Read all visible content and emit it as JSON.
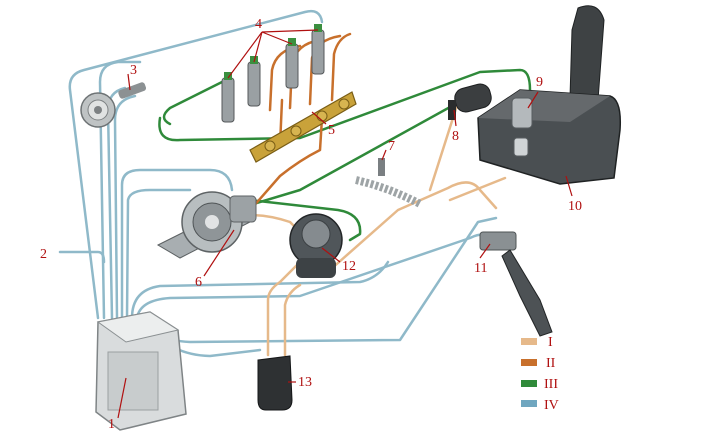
{
  "labels": {
    "l1": "1",
    "l2": "2",
    "l3": "3",
    "l4": "4",
    "l5": "5",
    "l6": "6",
    "l7": "7",
    "l8": "8",
    "l9": "9",
    "l10": "10",
    "l11": "11",
    "l12": "12",
    "l13": "13"
  },
  "legend": [
    {
      "label": "I",
      "color": "#e6b98a"
    },
    {
      "label": "II",
      "color": "#c8702c"
    },
    {
      "label": "III",
      "color": "#2f8a3a"
    },
    {
      "label": "IV",
      "color": "#6fa6bf"
    }
  ],
  "colors": {
    "line_I": "#e6b98a",
    "line_II": "#c8702c",
    "line_III": "#2f8a3a",
    "line_IV": "#8fb9c9",
    "label_red": "#b01010"
  }
}
